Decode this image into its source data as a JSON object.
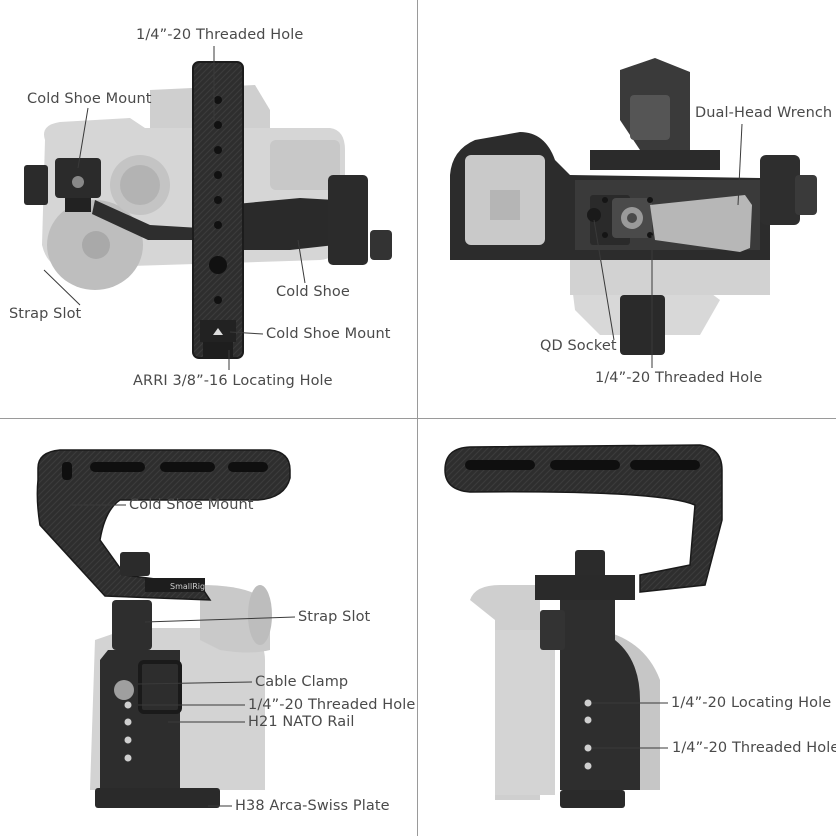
{
  "colors": {
    "cage": "#2b2b2b",
    "cage_highlight": "#4a4a4a",
    "camera_body": "#d4d4d4",
    "camera_shade": "#bdbdbd",
    "label_text": "#4a4a4a",
    "leader_line": "#3a3a3a",
    "divider": "#9a9a9a"
  },
  "panels": {
    "top_left": {
      "labels": {
        "threaded_hole": "1/4”-20 Threaded Hole",
        "cold_shoe_mount_top": "Cold Shoe Mount",
        "strap_slot": "Strap Slot",
        "cold_shoe": "Cold Shoe",
        "cold_shoe_mount_bottom": "Cold Shoe Mount",
        "arri_hole": "ARRI 3/8”-16 Locating Hole"
      }
    },
    "top_right": {
      "labels": {
        "dual_head_wrench": "Dual-Head Wrench",
        "qd_socket": "QD Socket",
        "threaded_hole": "1/4”-20 Threaded Hole"
      }
    },
    "bottom_left": {
      "labels": {
        "cold_shoe_mount": "Cold Shoe Mount",
        "strap_slot": "Strap Slot",
        "cable_clamp": "Cable Clamp",
        "threaded_hole": "1/4”-20 Threaded Hole",
        "nato_rail": "H21 NATO Rail",
        "arca_plate": "H38 Arca-Swiss Plate"
      },
      "brand_text": "SmallRig"
    },
    "bottom_right": {
      "labels": {
        "locating_hole": "1/4”-20 Locating Hole",
        "threaded_hole": "1/4”-20 Threaded Hole"
      }
    }
  }
}
